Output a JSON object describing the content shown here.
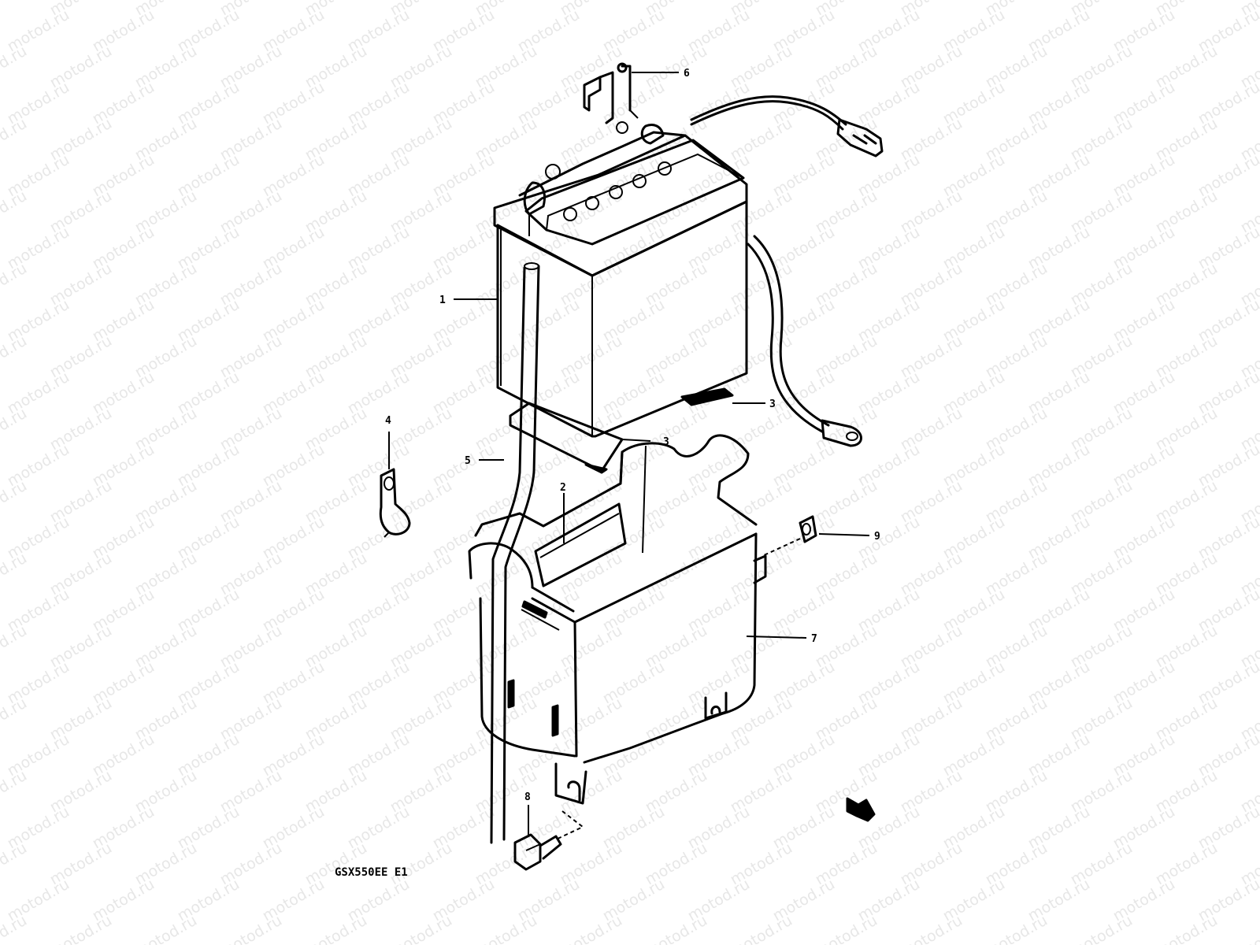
{
  "watermark": {
    "text": "motod.ru"
  },
  "callouts": [
    {
      "id": "c1",
      "label": "1"
    },
    {
      "id": "c2",
      "label": "2"
    },
    {
      "id": "c3a",
      "label": "3"
    },
    {
      "id": "c3b",
      "label": "3"
    },
    {
      "id": "c4",
      "label": "4"
    },
    {
      "id": "c5",
      "label": "5"
    },
    {
      "id": "c6",
      "label": "6"
    },
    {
      "id": "c7",
      "label": "7"
    },
    {
      "id": "c8",
      "label": "8"
    },
    {
      "id": "c9",
      "label": "9"
    }
  ],
  "footer": {
    "model_code": "GSX550EE E1"
  },
  "icons": {
    "direction": "arrow-pointer-icon"
  }
}
